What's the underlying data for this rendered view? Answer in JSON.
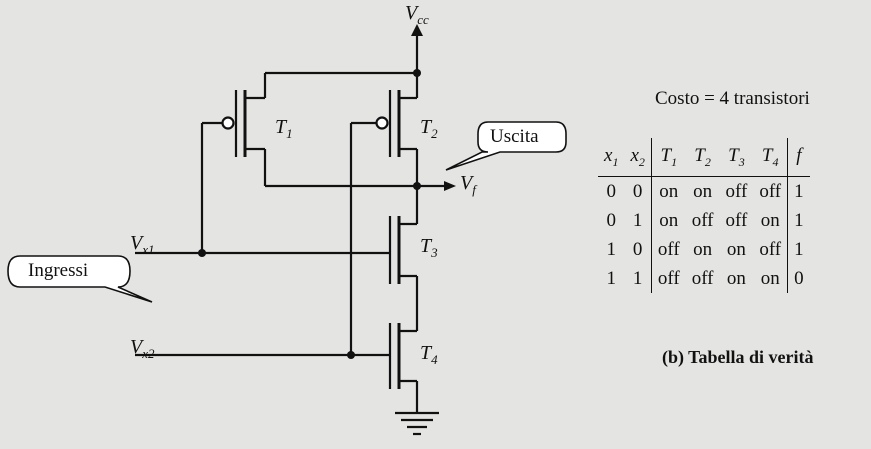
{
  "circuit": {
    "supply_label": "V",
    "supply_sub": "cc",
    "output_label": "V",
    "output_sub": "f",
    "input1_label": "V",
    "input1_sub": "x1",
    "input2_label": "V",
    "input2_sub": "x2",
    "transistors": [
      {
        "label": "T",
        "sub": "1"
      },
      {
        "label": "T",
        "sub": "2"
      },
      {
        "label": "T",
        "sub": "3"
      },
      {
        "label": "T",
        "sub": "4"
      }
    ],
    "output_callout": "Uscita",
    "input_callout": "Ingressi"
  },
  "truth_table": {
    "cost": "Costo = 4 transistori",
    "headers": [
      {
        "label": "x",
        "sub": "1"
      },
      {
        "label": "x",
        "sub": "2"
      },
      {
        "label": "T",
        "sub": "1"
      },
      {
        "label": "T",
        "sub": "2"
      },
      {
        "label": "T",
        "sub": "3"
      },
      {
        "label": "T",
        "sub": "4"
      },
      {
        "label": "f",
        "sub": ""
      }
    ],
    "rows": [
      [
        "0",
        "0",
        "on",
        "on",
        "off",
        "off",
        "1"
      ],
      [
        "0",
        "1",
        "on",
        "off",
        "off",
        "on",
        "1"
      ],
      [
        "1",
        "0",
        "off",
        "on",
        "on",
        "off",
        "1"
      ],
      [
        "1",
        "1",
        "off",
        "off",
        "on",
        "on",
        "0"
      ]
    ],
    "caption": "(b) Tabella di verità"
  }
}
